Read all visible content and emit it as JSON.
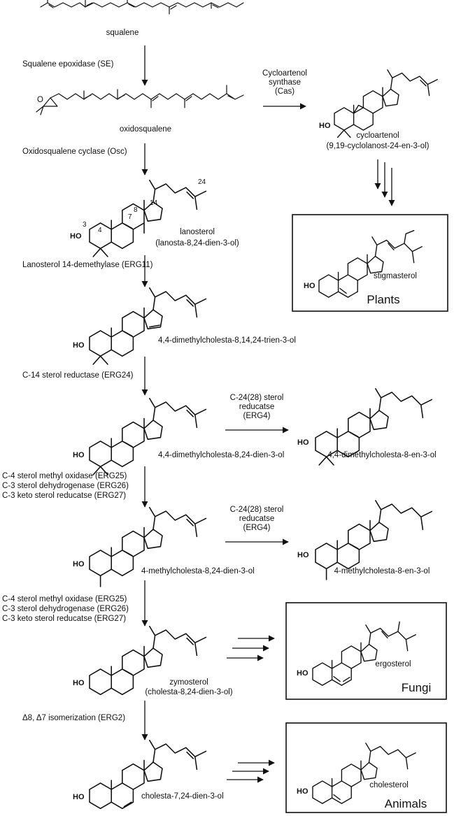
{
  "molecules": {
    "squalene": "squalene",
    "oxidosqualene": "oxidosqualene",
    "cycloartenol": "cycloartenol",
    "cycloartenol_sys": "(9,19-cyclolanost-24-en-3-ol)",
    "lanosterol": "lanosterol",
    "lanosterol_sys": "(lanosta-8,24-dien-3-ol)",
    "stigmasterol": "stigmasterol",
    "dimethyl_trien": "4,4-dimethylcholesta-8,14,24-trien-3-ol",
    "dimethyl_dien": "4,4-dimethylcholesta-8,24-dien-3-ol",
    "dimethyl_en": "4,4-dimethylcholesta-8-en-3-ol",
    "methyl_dien": "4-methylcholesta-8,24-dien-3-ol",
    "methyl_en": "4-methylcholesta-8-en-3-ol",
    "zymosterol": "zymosterol",
    "zymosterol_sys": "(cholesta-8,24-dien-3-ol)",
    "ergosterol": "ergosterol",
    "cholesta_7_24": "cholesta-7,24-dien-3-ol",
    "cholesterol": "cholesterol"
  },
  "enzymes": {
    "se": "Squalene epoxidase (SE)",
    "cas_1": "Cycloartenol",
    "cas_2": "synthase",
    "cas_3": "(Cas)",
    "osc": "Oxidosqualene cyclase (Osc)",
    "erg11": "Lanosterol 14-demethylase (ERG11)",
    "erg24": "C-14 sterol reductase (ERG24)",
    "erg4_1": "C-24(28) sterol",
    "erg4_2": "reducatse",
    "erg4_3": "(ERG4)",
    "erg25": "C-4 sterol methyl oxidase (ERG25)",
    "erg26": "C-3 sterol dehydrogenase (ERG26)",
    "erg27": "C-3 keto sterol reducatse (ERG27)",
    "erg2": "Δ8, Δ7 isomerization (ERG2)"
  },
  "kingdoms": {
    "plants": "Plants",
    "fungi": "Fungi",
    "animals": "Animals"
  },
  "atoms": {
    "ho": "HO",
    "o": "O"
  },
  "locants": {
    "c3": "3",
    "c4": "4",
    "c7": "7",
    "c8": "8",
    "c14": "14",
    "c24": "24"
  }
}
